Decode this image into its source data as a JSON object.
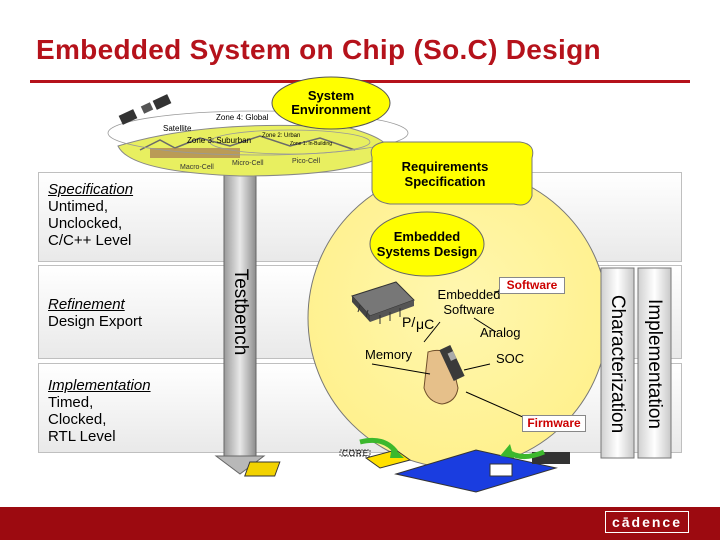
{
  "title": "Embedded System on Chip (So.C) Design",
  "env": {
    "system_environment": "System Environment",
    "satellite": "Satellite",
    "zone4": "Zone 4: Global",
    "zone3": "Zone 3: Suburban",
    "zone2": "Zone 2: Urban",
    "zone1": "Zone 1: In-Building",
    "macro_cell": "Macro-Cell",
    "micro_cell": "Micro-Cell",
    "pico_cell": "Pico-Cell"
  },
  "levels": {
    "specification": {
      "head": "Specification",
      "lines": [
        "Untimed,",
        "Unclocked,",
        "C/C++ Level"
      ]
    },
    "refinement": {
      "head": "Refinement",
      "lines": [
        "Design Export"
      ]
    },
    "implementation": {
      "head": "Implementation",
      "lines": [
        "Timed,",
        "Clocked,",
        "RTL Level"
      ]
    }
  },
  "testbench": "Testbench",
  "requirements": "Requirements Specification",
  "embedded_systems_design": "Embedded Systems Design",
  "circle_labels": {
    "embedded_software": "Embedded Software",
    "software": "Software",
    "uc": "μC",
    "uc_p": "P/",
    "analog": "Analog",
    "memory": "Memory",
    "soc": "SOC",
    "firmware": "Firmware",
    "core": "CORE"
  },
  "implementation_col": "Implementation",
  "characterization_col": "Characterization",
  "logo": "cādence",
  "colors": {
    "title_red": "#b5121b",
    "ellipse_yellow": "#ffff00",
    "circle_yellow": "#fff29a",
    "footer": "#9c0a10",
    "accent_red": "#cc0000"
  }
}
